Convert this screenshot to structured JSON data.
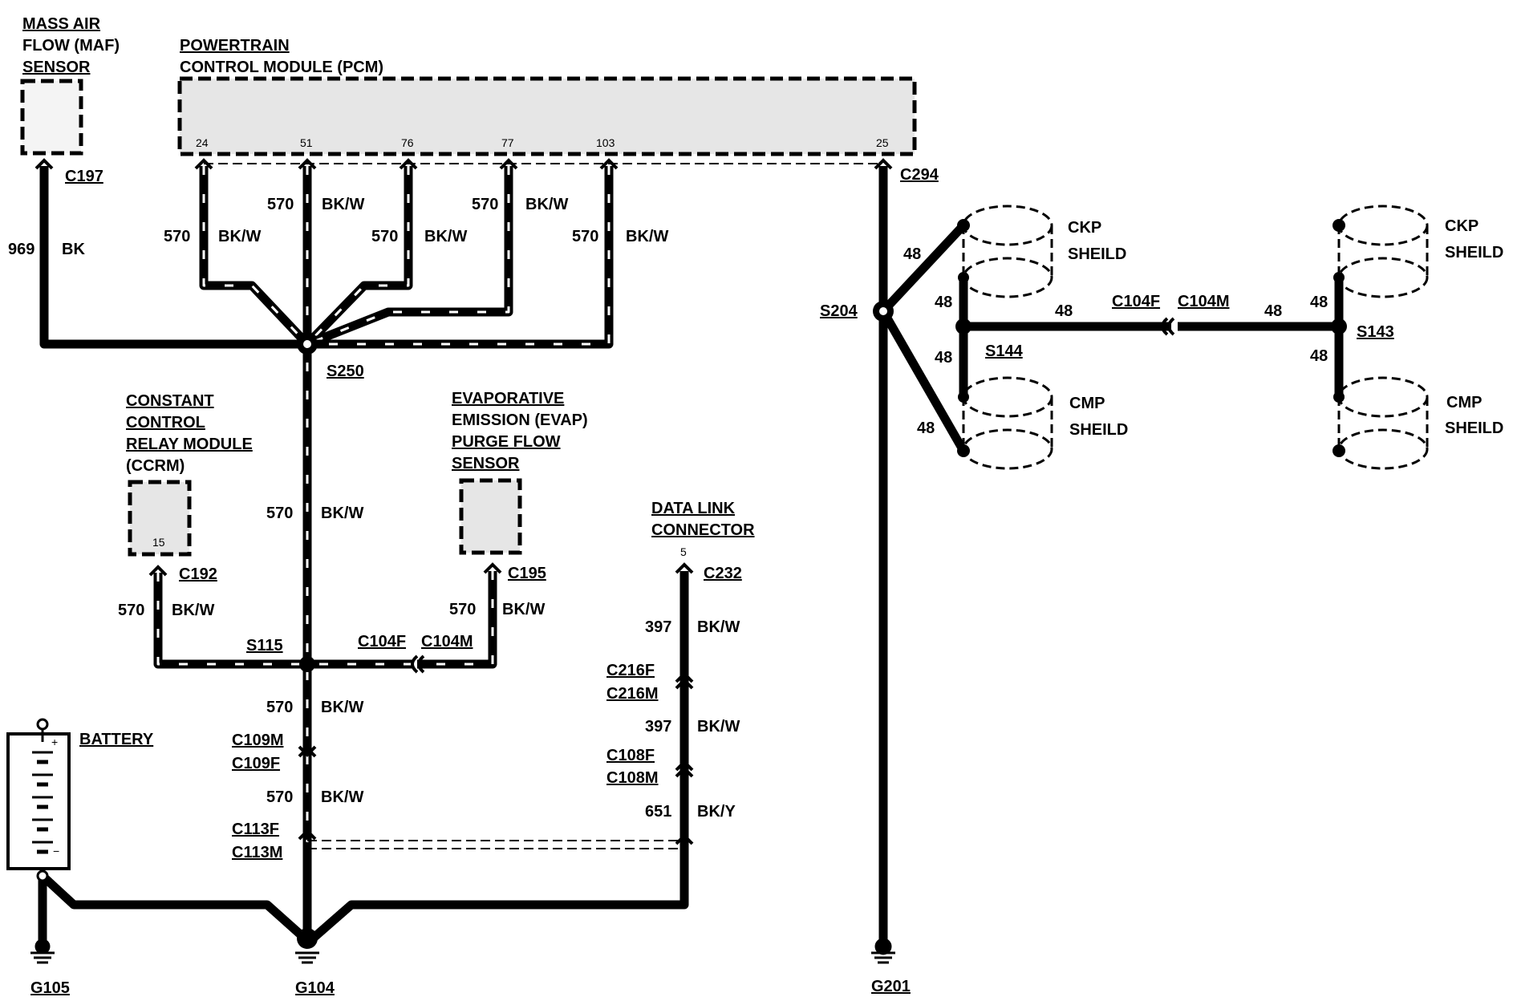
{
  "components": {
    "maf_line1": "MASS AIR",
    "maf_line2": "FLOW (MAF)",
    "maf_line3": "SENSOR",
    "pcm_line1": "POWERTRAIN",
    "pcm_line2": "CONTROL MODULE (PCM)",
    "ccrm_line1": "CONSTANT",
    "ccrm_line2": "CONTROL",
    "ccrm_line3": "RELAY MODULE",
    "ccrm_line4": "(CCRM)",
    "evap_line1": "EVAPORATIVE",
    "evap_line2": "EMISSION (EVAP)",
    "evap_line3": "PURGE FLOW",
    "evap_line4": "SENSOR",
    "dlc_line1": "DATA LINK",
    "dlc_line2": "CONNECTOR",
    "battery": "BATTERY",
    "ckp_a": "CKP",
    "sheild": "SHEILD",
    "cmp_a": "CMP"
  },
  "pins": {
    "p24": "24",
    "p51": "51",
    "p76": "76",
    "p77": "77",
    "p103": "103",
    "p25": "25",
    "ccrm15": "15",
    "dlc5": "5",
    "plus": "+",
    "minus": "−"
  },
  "connectors": {
    "c197": "C197",
    "c294": "C294",
    "c192": "C192",
    "c195": "C195",
    "c232": "C232",
    "c104f": "C104F",
    "c104m": "C104M",
    "c109m": "C109M",
    "c109f": "C109F",
    "c113f": "C113F",
    "c113m": "C113M",
    "c216f": "C216F",
    "c216m": "C216M",
    "c108f": "C108F",
    "c108m": "C108M"
  },
  "splices": {
    "s250": "S250",
    "s115": "S115",
    "s204": "S204",
    "s144": "S144",
    "s143": "S143"
  },
  "grounds": {
    "g105": "G105",
    "g104": "G104",
    "g201": "G201"
  },
  "circuits": {
    "c969": "969",
    "c570": "570",
    "c397": "397",
    "c651": "651",
    "c48": "48"
  },
  "colors": {
    "bk": "BK",
    "bkw": "BK/W",
    "bky": "BK/Y"
  }
}
